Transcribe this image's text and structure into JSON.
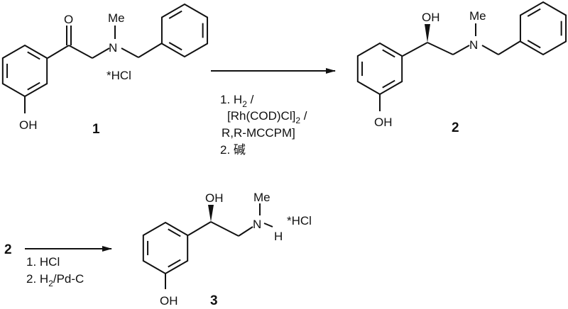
{
  "compound1": {
    "label": "1",
    "carbonyl_o": "O",
    "methyl": "Me",
    "nitrogen": "N",
    "salt": "*HCl",
    "phenol": "OH"
  },
  "step1": {
    "reagent_line1": "1. H",
    "reagent_line1_sub": "2",
    "reagent_line1_tail": " /",
    "reagent_line2": "[Rh(COD)Cl]",
    "reagent_line2_sub": "2",
    "reagent_line2_tail": " /",
    "reagent_line3": "R,R-MCCPM]",
    "reagent_line4": "2. 碱"
  },
  "compound2": {
    "label": "2",
    "hydroxyl": "OH",
    "methyl": "Me",
    "nitrogen": "N",
    "phenol": "OH"
  },
  "step2": {
    "start_label": "2",
    "reagent_line1": "1. HCl",
    "reagent_line2": "2. H",
    "reagent_line2_sub": "2",
    "reagent_line2_tail": "/Pd-C"
  },
  "compound3": {
    "label": "3",
    "hydroxyl": "OH",
    "methyl": "Me",
    "nitrogen": "N",
    "hydrogen": "H",
    "salt": "*HCl",
    "phenol": "OH"
  }
}
